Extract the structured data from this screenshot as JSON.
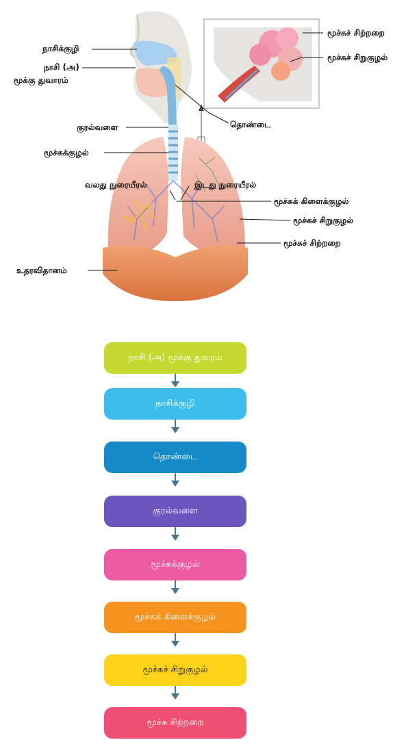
{
  "diagram": {
    "labels": {
      "nasal_cavity": "நாசிக்குழி",
      "nostril_line1": "நாசி (அ)",
      "nostril_line2": "மூக்கு துவாரம்",
      "larynx": "குரல்வளை",
      "trachea": "மூச்சுக்குழல்",
      "right_lung": "வலது நுரையீரல்",
      "left_lung": "இடது நுரையீரல்",
      "diaphragm": "உதரவிதானம்",
      "pharynx": "தொண்டை",
      "inset_alveoli": "மூச்சுச் சிற்றறை",
      "inset_bronchiole": "மூச்சுச் சிறுகுழல்",
      "bronchus": "மூச்சுக் கிளைக்குழல்",
      "bronchiole": "மூச்சுச் சிறுகுழல்",
      "alveoli": "மூச்சுச் சிற்றறை"
    }
  },
  "flow": {
    "steps": [
      {
        "label": "நாசி (அ) மூக்கு துவரம்",
        "color": "#c3d92f"
      },
      {
        "label": "நாசிக்குழி",
        "color": "#3dbde9"
      },
      {
        "label": "தொண்டை",
        "color": "#1689c8"
      },
      {
        "label": "குரல்வளை",
        "color": "#6b56c0"
      },
      {
        "label": "மூச்சுக்குழல்",
        "color": "#ee5ba3"
      },
      {
        "label": "மூச்சுக் கிளைக்குழல்",
        "color": "#f7921e"
      },
      {
        "label": "மூச்சுச் சிறுகுழல்",
        "color": "#fcd21b"
      },
      {
        "label": "மூச்சு சிற்றறை",
        "color": "#ef4f72"
      }
    ],
    "arrow_color": "#4a7590"
  }
}
